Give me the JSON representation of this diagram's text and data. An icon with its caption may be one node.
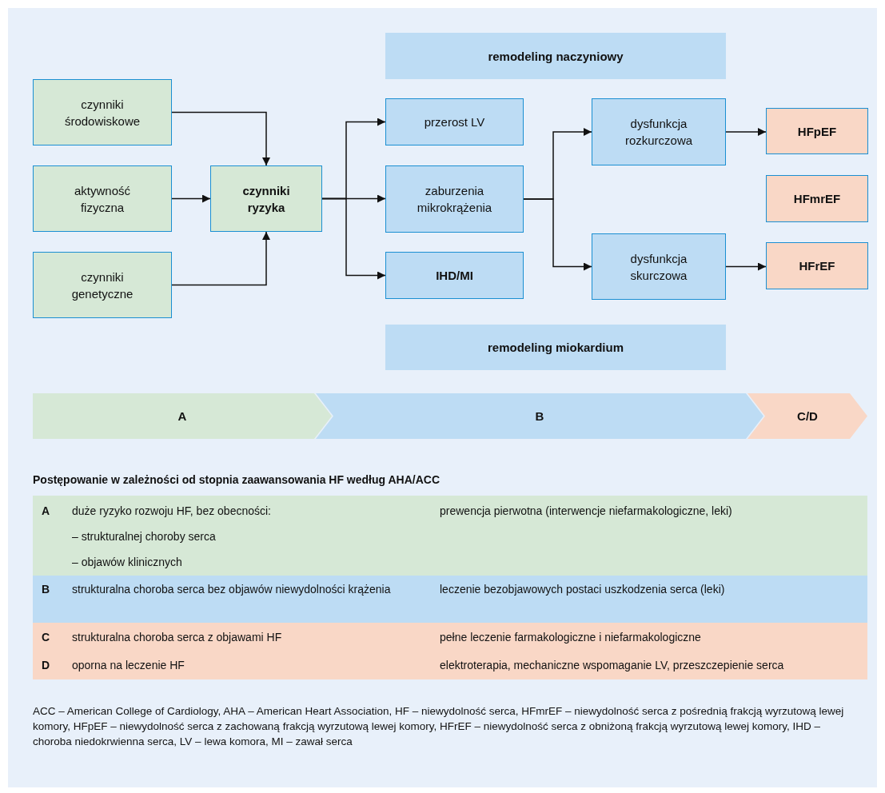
{
  "diagram": {
    "caption": "ACC – American College of Cardiology, AHA – American Heart Association, HF – niewydolność serca, HFmrEF – niewydolność serca z pośrednią frakcją wyrzutową lewej komory, HFpEF – niewydolność serca z zachowaną frakcją wyrzutową lewej komory, HFrEF – niewydolność serca z obniżoną frakcją wyrzutową lewej komory, IHD – choroba niedokrwienna serca, LV – lewa komora, MI – zawał serca",
    "nodes": [
      {
        "text": [
          "czynniki środowiskowe"
        ]
      },
      {
        "text": [
          "aktywność fizyczna"
        ]
      },
      {
        "text": [
          "czynniki genetyczne"
        ]
      },
      {
        "text": [
          "czynniki ryzyka"
        ]
      },
      {
        "text": [
          "remodeling naczyniowy"
        ]
      },
      {
        "text": [
          "przerost LV"
        ]
      },
      {
        "text": [
          "zaburzenia mikrokrążenia"
        ]
      },
      {
        "text": [
          "IHD/MI"
        ]
      },
      {
        "text": [
          "dysfunkcja rozkurczowa"
        ]
      },
      {
        "text": [
          "dysfunkcja skurczowa"
        ]
      },
      {
        "text": [
          "HFpEF"
        ]
      },
      {
        "text": [
          "HFmrEF"
        ]
      },
      {
        "text": [
          "HFrEF"
        ]
      },
      {
        "text": [
          "remodeling miokardium"
        ]
      },
      {
        "text": [
          "A"
        ]
      },
      {
        "text": [
          "B"
        ]
      },
      {
        "text": [
          "C/D"
        ]
      }
    ],
    "edges": [
      {
        "from": 0,
        "to": 3,
        "arrow": "to"
      },
      {
        "from": 1,
        "to": 3,
        "arrow": "to"
      },
      {
        "from": 2,
        "to": 3,
        "arrow": "to"
      },
      {
        "from": 3,
        "to": 5,
        "arrow": "to"
      },
      {
        "from": 3,
        "to": 6,
        "arrow": "to"
      },
      {
        "from": 3,
        "to": 7,
        "arrow": "to"
      },
      {
        "from": 6,
        "to": 8,
        "arrow": "to"
      },
      {
        "from": 6,
        "to": 9,
        "arrow": "to"
      },
      {
        "from": 8,
        "to": 10,
        "arrow": "to"
      },
      {
        "from": 9,
        "to": 12,
        "arrow": "to"
      }
    ],
    "labels": [
      "Postępowanie w zależności od stopnia zaawansowania HF według AHA/ACC",
      "A",
      "duże ryzyko rozwoju HF, bez obecności:",
      "prewencja pierwotna (interwencje niefarmakologiczne, leki)",
      "– strukturalnej choroby serca",
      "– objawów klinicznych",
      "B",
      "strukturalna choroba serca bez objawów niewydolności krążenia",
      "leczenie bezobjawowych postaci uszkodzenia serca (leki)",
      "C",
      "strukturalna choroba serca z objawami HF",
      "pełne leczenie farmakologiczne i niefarmakologiczne",
      "D",
      "oporna na leczenie HF",
      "elektroterapia, mechaniczne wspomaganie LV, przeszczepienie serca"
    ]
  }
}
